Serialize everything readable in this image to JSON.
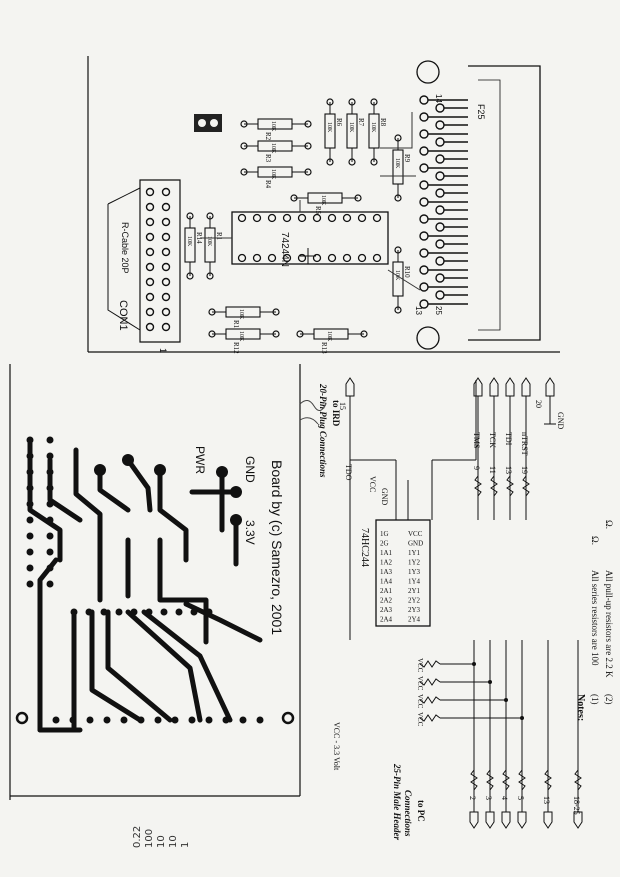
{
  "top_board": {
    "connector_label": "F25",
    "pin_14": "14",
    "pin_13": "13",
    "pin_25": "25",
    "pin_1": "1",
    "con1_label": "CON1",
    "cable_label": "R-Cable 20P",
    "pin_1_con": "1",
    "ic_label": "74244N",
    "resistors": [
      {
        "ref": "R2",
        "val": "10K"
      },
      {
        "ref": "R3",
        "val": "10K"
      },
      {
        "ref": "R4",
        "val": "10K"
      },
      {
        "ref": "R5",
        "val": "10K"
      },
      {
        "ref": "R6",
        "val": "10K"
      },
      {
        "ref": "R7",
        "val": "10K"
      },
      {
        "ref": "R8",
        "val": "10K"
      },
      {
        "ref": "R9",
        "val": "10K"
      },
      {
        "ref": "R10",
        "val": "10K"
      },
      {
        "ref": "R11",
        "val": "10K"
      },
      {
        "ref": "R12",
        "val": "10K"
      },
      {
        "ref": "R13",
        "val": "10K"
      },
      {
        "ref": "R14",
        "val": "10K"
      },
      {
        "ref": "R1",
        "val": "10K"
      }
    ]
  },
  "bottom_board": {
    "pwr_label": "PWR",
    "gnd_label": "GND",
    "v33_label": "3.3V",
    "credit": "Board by (c) Samezro, 2001"
  },
  "schematic": {
    "plug_title": "20-Pin Plug Connections",
    "to_ird": "to IRD",
    "header_title_1": "25-Pin Male Header",
    "header_title_2": "Connections",
    "to_pc": "to PC",
    "vcc_33": "VCC - 3.3 Volt",
    "chip_name": "74HC244",
    "tdo": "TDO",
    "vcc": "VCC",
    "gnd": "GND",
    "outputs": [
      {
        "name": "TMS",
        "pin": "9"
      },
      {
        "name": "TCK",
        "pin": "11"
      },
      {
        "name": "TDI",
        "pin": "13"
      },
      {
        "name": "nTRST",
        "pin": "19"
      }
    ],
    "pin15": "15",
    "pin20": "20",
    "header_pins": [
      "2",
      "3",
      "4",
      "5",
      "13",
      "18-25"
    ],
    "notes_title": "Notes:",
    "note1_num": "(1)",
    "note1": "All series resistors are 100",
    "note2_num": "(2)",
    "note2": "All pull-up resistors are 2.2 K",
    "ohm": "Ω."
  },
  "handwriting": {
    "h1": "0.22",
    "h2": "100",
    "h3": "10",
    "h4": "10",
    "h5": "1"
  }
}
